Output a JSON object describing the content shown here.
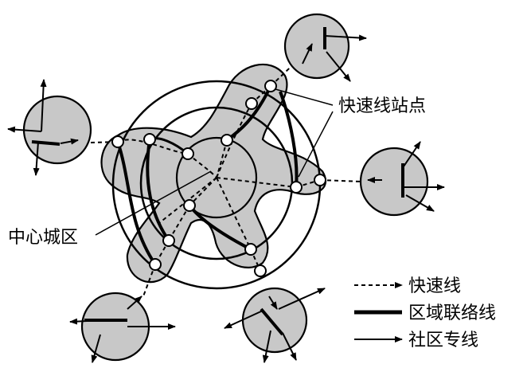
{
  "labels": {
    "station": "快速线站点",
    "center": "中心城区"
  },
  "legend": {
    "express": "快速线",
    "regional": "区域联络线",
    "community": "社区专线"
  },
  "colors": {
    "fill": "#c8c8c8",
    "stroke": "#000000",
    "background": "#ffffff"
  }
}
